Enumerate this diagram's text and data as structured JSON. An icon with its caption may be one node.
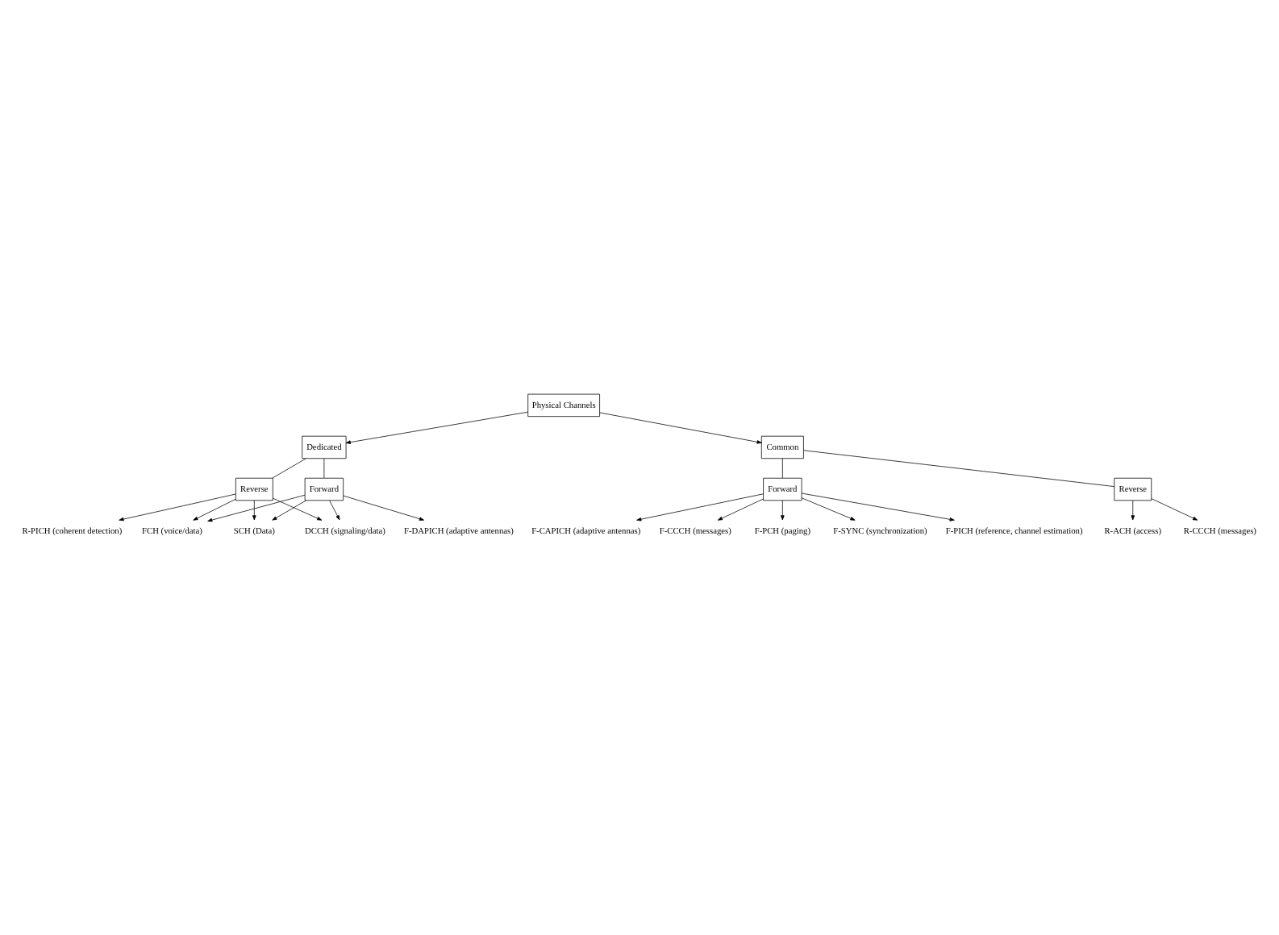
{
  "diagram": {
    "nodes": [
      {
        "text": [
          "Physical Channels"
        ]
      },
      {
        "text": [
          "Dedicated"
        ]
      },
      {
        "text": [
          "Common"
        ]
      },
      {
        "text": [
          "Forward"
        ]
      },
      {
        "text": [
          "Reverse"
        ]
      },
      {
        "text": [
          "Forward"
        ]
      },
      {
        "text": [
          "Reverse"
        ]
      },
      {
        "text": [
          "FCH (voice/data)"
        ]
      },
      {
        "text": [
          "SCH (Data)"
        ]
      },
      {
        "text": [
          "DCCH (signaling/data)"
        ]
      },
      {
        "text": [
          "F-DAPICH (adaptive antennas)"
        ]
      },
      {
        "text": [
          "R-PICH (coherent detection)"
        ]
      },
      {
        "text": [
          "F-PICH (reference, channel estimation)"
        ]
      },
      {
        "text": [
          "F-CAPICH (adaptive antennas)"
        ]
      },
      {
        "text": [
          "F-CCCH (messages)"
        ]
      },
      {
        "text": [
          "F-PCH (paging)"
        ]
      },
      {
        "text": [
          "F-SYNC (synchronization)"
        ]
      },
      {
        "text": [
          "R-ACH (access)"
        ]
      },
      {
        "text": [
          "R-CCCH (messages)"
        ]
      }
    ],
    "edges": [
      {
        "from": 0,
        "to": 1,
        "arrow": "to"
      },
      {
        "from": 0,
        "to": 2,
        "arrow": "to"
      },
      {
        "from": 1,
        "to": 3,
        "arrow": "none"
      },
      {
        "from": 1,
        "to": 4,
        "arrow": "none"
      },
      {
        "from": 2,
        "to": 5,
        "arrow": "none"
      },
      {
        "from": 2,
        "to": 6,
        "arrow": "none"
      },
      {
        "from": 3,
        "to": 7,
        "arrow": "to"
      },
      {
        "from": 3,
        "to": 8,
        "arrow": "to"
      },
      {
        "from": 3,
        "to": 9,
        "arrow": "to"
      },
      {
        "from": 3,
        "to": 10,
        "arrow": "to"
      },
      {
        "from": 4,
        "to": 7,
        "arrow": "to"
      },
      {
        "from": 4,
        "to": 8,
        "arrow": "to"
      },
      {
        "from": 4,
        "to": 9,
        "arrow": "to"
      },
      {
        "from": 4,
        "to": 11,
        "arrow": "to"
      },
      {
        "from": 5,
        "to": 12,
        "arrow": "to"
      },
      {
        "from": 5,
        "to": 13,
        "arrow": "to"
      },
      {
        "from": 5,
        "to": 14,
        "arrow": "to"
      },
      {
        "from": 5,
        "to": 15,
        "arrow": "to"
      },
      {
        "from": 5,
        "to": 16,
        "arrow": "to"
      },
      {
        "from": 6,
        "to": 17,
        "arrow": "to"
      },
      {
        "from": 6,
        "to": 18,
        "arrow": "to"
      }
    ]
  }
}
